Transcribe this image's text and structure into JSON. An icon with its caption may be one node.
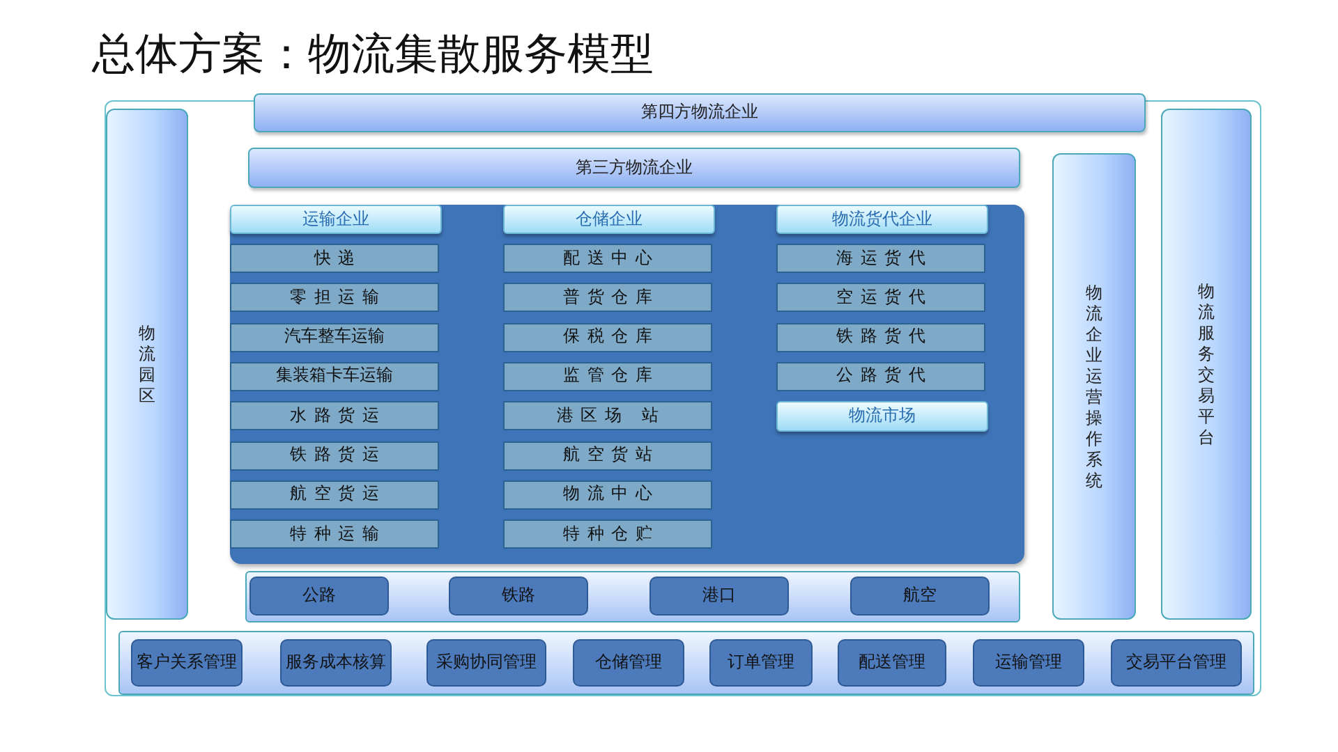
{
  "diagram": {
    "title": "总体方案：物流集散服务模型",
    "nodes": [
      {
        "text": [
          "第四方物流企业"
        ]
      },
      {
        "text": [
          "物流园区"
        ]
      },
      {
        "text": [
          "第三方物流企业"
        ]
      },
      {
        "text": [],
        "shape": "box"
      },
      {
        "text": [
          "运输企业"
        ],
        "in": 3
      },
      {
        "text": [
          "快递"
        ],
        "in": 3
      },
      {
        "text": [
          "零担运输"
        ],
        "in": 3
      },
      {
        "text": [
          "汽车整车运输"
        ],
        "in": 3
      },
      {
        "text": [
          "集装箱卡车运输"
        ],
        "in": 3
      },
      {
        "text": [
          "水路货运"
        ],
        "in": 3
      },
      {
        "text": [
          "铁路货运"
        ],
        "in": 3
      },
      {
        "text": [
          "航空货运"
        ],
        "in": 3
      },
      {
        "text": [
          "特种运输"
        ],
        "in": 3
      },
      {
        "text": [
          "仓储企业"
        ],
        "in": 3
      },
      {
        "text": [
          "配送中心"
        ],
        "in": 3
      },
      {
        "text": [
          "普货仓库"
        ],
        "in": 3
      },
      {
        "text": [
          "保税仓库"
        ],
        "in": 3
      },
      {
        "text": [
          "监管仓库"
        ],
        "in": 3
      },
      {
        "text": [
          "港区场 站"
        ],
        "in": 3
      },
      {
        "text": [
          "航空货站"
        ],
        "in": 3
      },
      {
        "text": [
          "物流中心"
        ],
        "in": 3
      },
      {
        "text": [
          "特种仓贮"
        ],
        "in": 3
      },
      {
        "text": [
          "物流货代企业"
        ],
        "in": 3
      },
      {
        "text": [
          "海运货代"
        ],
        "in": 3
      },
      {
        "text": [
          "空运货代"
        ],
        "in": 3
      },
      {
        "text": [
          "铁路货代"
        ],
        "in": 3
      },
      {
        "text": [
          "公路货代"
        ],
        "in": 3
      },
      {
        "text": [
          "物流市场"
        ],
        "in": 3
      },
      {
        "text": [
          "物流企业运营操作系统"
        ]
      },
      {
        "text": [
          "物流服务交易平台"
        ]
      },
      {
        "text": [],
        "shape": "bar"
      },
      {
        "text": [
          "公路"
        ],
        "in": 30
      },
      {
        "text": [
          "铁路"
        ],
        "in": 30
      },
      {
        "text": [
          "港口"
        ],
        "in": 30
      },
      {
        "text": [
          "航空"
        ],
        "in": 30
      },
      {
        "text": [],
        "shape": "bar"
      },
      {
        "text": [
          "客户关系管理"
        ],
        "in": 35
      },
      {
        "text": [
          "服务成本核算"
        ],
        "in": 35
      },
      {
        "text": [
          "采购协同管理"
        ],
        "in": 35
      },
      {
        "text": [
          "仓储管理"
        ],
        "in": 35
      },
      {
        "text": [
          "订单管理"
        ],
        "in": 35
      },
      {
        "text": [
          "配送管理"
        ],
        "in": 35
      },
      {
        "text": [
          "运输管理"
        ],
        "in": 35
      },
      {
        "text": [
          "交易平台管理"
        ],
        "in": 35
      }
    ]
  }
}
